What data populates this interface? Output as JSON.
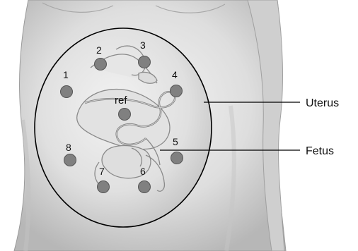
{
  "diagram": {
    "electrodes": [
      {
        "id": "1",
        "label": "1"
      },
      {
        "id": "2",
        "label": "2"
      },
      {
        "id": "3",
        "label": "3"
      },
      {
        "id": "4",
        "label": "4"
      },
      {
        "id": "ref",
        "label": "ref"
      },
      {
        "id": "5",
        "label": "5"
      },
      {
        "id": "6",
        "label": "6"
      },
      {
        "id": "7",
        "label": "7"
      },
      {
        "id": "8",
        "label": "8"
      }
    ],
    "callouts": {
      "uterus": "Uterus",
      "fetus": "Fetus"
    },
    "colors": {
      "electrode_fill": "#808080",
      "electrode_stroke": "#555555",
      "outline": "#000000",
      "skin_light": "#ececec",
      "skin_shadow": "#b9b9b9"
    }
  }
}
